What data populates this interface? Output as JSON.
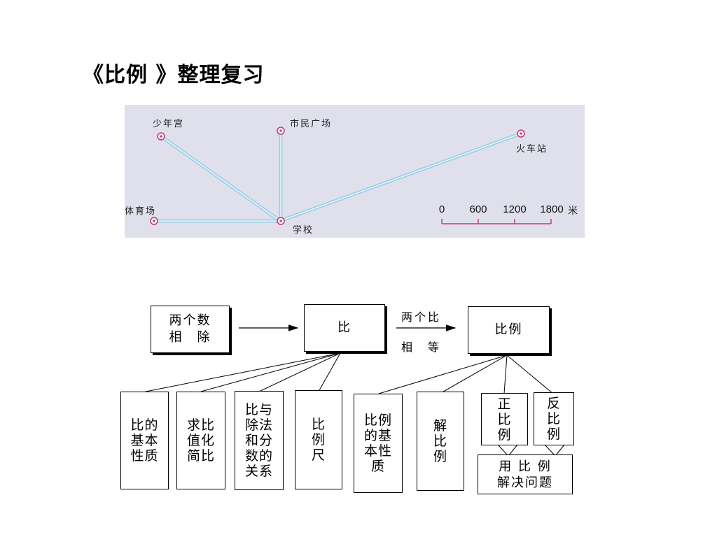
{
  "title": "《比例 》整理复习",
  "map": {
    "places": {
      "youth_palace": "少年宫",
      "citizen_square": "市民广场",
      "train_station": "火车站",
      "stadium": "体育场",
      "school": "学校"
    },
    "scale": {
      "ticks": [
        "0",
        "600",
        "1200",
        "1800"
      ],
      "unit": "米"
    },
    "colors": {
      "background": "#e0e0ec",
      "road": "#a8d8ee",
      "marker": "#c8387a",
      "scale_bar": "#c8387a"
    }
  },
  "diagram": {
    "two_numbers_divide": "两个数\n相　除",
    "ratio": "比",
    "two_ratios_equal_top": "两个比",
    "two_ratios_equal_bottom": "相　等",
    "proportion": "比例",
    "ratio_basic_property": "比的\n基本\n性质",
    "simplify_ratio": "求比\n值化\n简比",
    "ratio_division_fraction": "比与\n除法\n和分\n数的\n关系",
    "scale_map": "比\n例\n尺",
    "proportion_basic_property": "比例\n的基\n本性\n质",
    "solve_proportion": "解\n比\n例",
    "direct_proportion": "正\n比\n例",
    "inverse_proportion": "反\n比\n例",
    "use_proportion": "用 比 例\n解决问题"
  }
}
